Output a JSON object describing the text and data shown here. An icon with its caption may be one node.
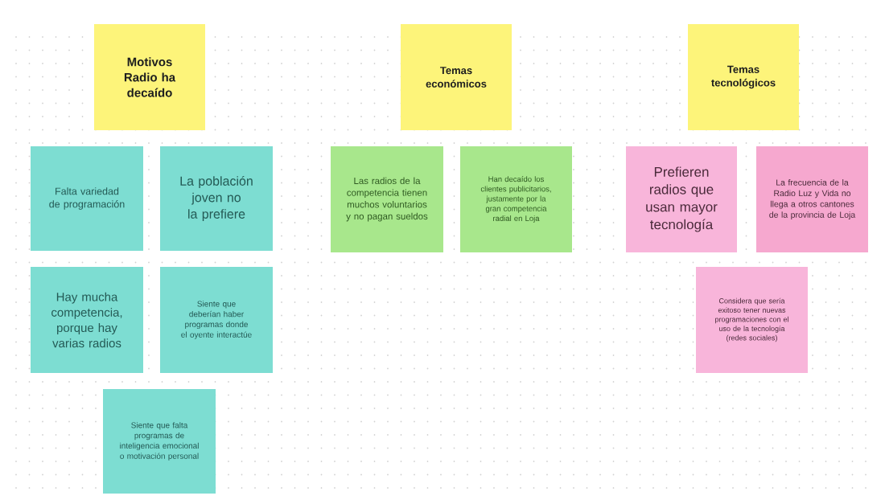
{
  "diagram": {
    "nodes": [
      {
        "text": [
          "Motivos Radio ha decaído"
        ]
      },
      {
        "text": [
          "Temas económicos"
        ]
      },
      {
        "text": [
          "Temas tecnológicos"
        ]
      },
      {
        "text": [
          "Falta variedad de programación"
        ]
      },
      {
        "text": [
          "La población joven no la prefiere"
        ]
      },
      {
        "text": [
          "Hay mucha competencia, porque hay varias radios"
        ]
      },
      {
        "text": [
          "Siente que deberían haber programas donde el oyente interactúe"
        ]
      },
      {
        "text": [
          "Siente que falta programas de inteligencia emocional o motivación personal"
        ]
      },
      {
        "text": [
          "Las radios de la competencia tienen muchos voluntarios y no pagan sueldos"
        ]
      },
      {
        "text": [
          "Han decaído los clientes publicitarios, justamente por la gran competencia radial en Loja"
        ]
      },
      {
        "text": [
          "Prefieren radios que usan mayor tecnología"
        ]
      },
      {
        "text": [
          "La frecuencia de la Radio Luz y Vida no llega a otros cantones de la provincia de Loja"
        ]
      },
      {
        "text": [
          "Considera que sería exitoso tener nuevas programaciones con el uso de la tecnología (redes sociales)"
        ]
      }
    ]
  }
}
